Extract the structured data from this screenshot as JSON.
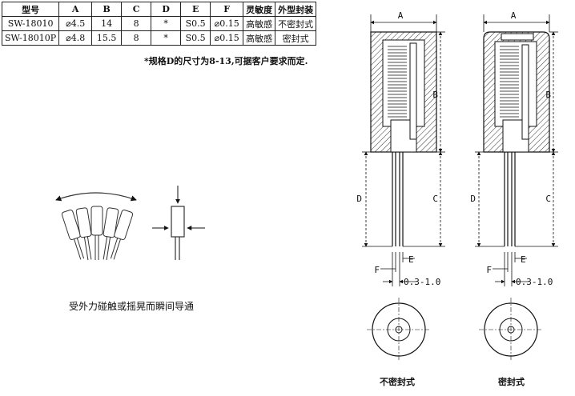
{
  "table": {
    "headers": [
      "型号",
      "A",
      "B",
      "C",
      "D",
      "E",
      "F",
      "灵敏度",
      "外型封装"
    ],
    "rows": [
      [
        "SW-18010",
        "⌀4.5",
        "14",
        "8",
        "*",
        "S0.5",
        "⌀0.15",
        "高敏感",
        "不密封式"
      ],
      [
        "SW-18010P",
        "⌀4.8",
        "15.5",
        "8",
        "*",
        "S0.5",
        "⌀0.15",
        "高敏感",
        "密封式"
      ]
    ]
  },
  "note": "*规格D的尺寸为8-13,可据客户要求而定.",
  "caption": "受外力碰触或摇晃而瞬间导通",
  "drawings": {
    "unsealed": {
      "label": "不密封式",
      "dim_a": "A",
      "dim_b": "B",
      "dim_c": "C",
      "dim_d": "D",
      "dim_e": "E",
      "dim_f": "F",
      "gap": "0.3-1.0"
    },
    "sealed": {
      "label": "密封式",
      "dim_a": "A",
      "dim_b": "B",
      "dim_c": "C",
      "dim_d": "D",
      "dim_e": "E",
      "dim_f": "F",
      "gap": "0.3-1.0"
    }
  }
}
